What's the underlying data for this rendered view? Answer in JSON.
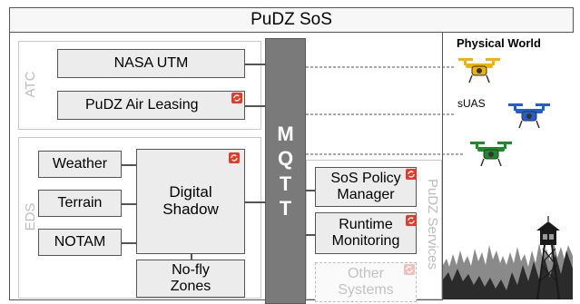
{
  "title": "PuDZ SoS",
  "atc": {
    "label": "ATC",
    "boxes": [
      "NASA UTM",
      "PuDZ Air Leasing"
    ]
  },
  "eds": {
    "label": "EDS",
    "inputs": [
      "Weather",
      "Terrain",
      "NOTAM"
    ],
    "shadow": [
      "Digital",
      "Shadow"
    ],
    "nofly": [
      "No-fly",
      "Zones"
    ]
  },
  "mqtt": {
    "letters": [
      "M",
      "Q",
      "T",
      "T"
    ]
  },
  "services": {
    "label": "PuDZ Services",
    "boxes": [
      {
        "lines": [
          "SoS Policy",
          "Manager"
        ]
      },
      {
        "lines": [
          "Runtime",
          "Monitoring"
        ]
      },
      {
        "lines": [
          "Other",
          "Systems"
        ]
      }
    ]
  },
  "physical_world": {
    "title": "Physical World",
    "suas_label": "sUAS",
    "drone_colors": [
      "#f2b300",
      "#1f5fd1",
      "#1f8a2a"
    ]
  },
  "colors": {
    "refresh_icon": "#e43a2a",
    "border": "#555555",
    "mqtt": "#7a7a7a"
  }
}
